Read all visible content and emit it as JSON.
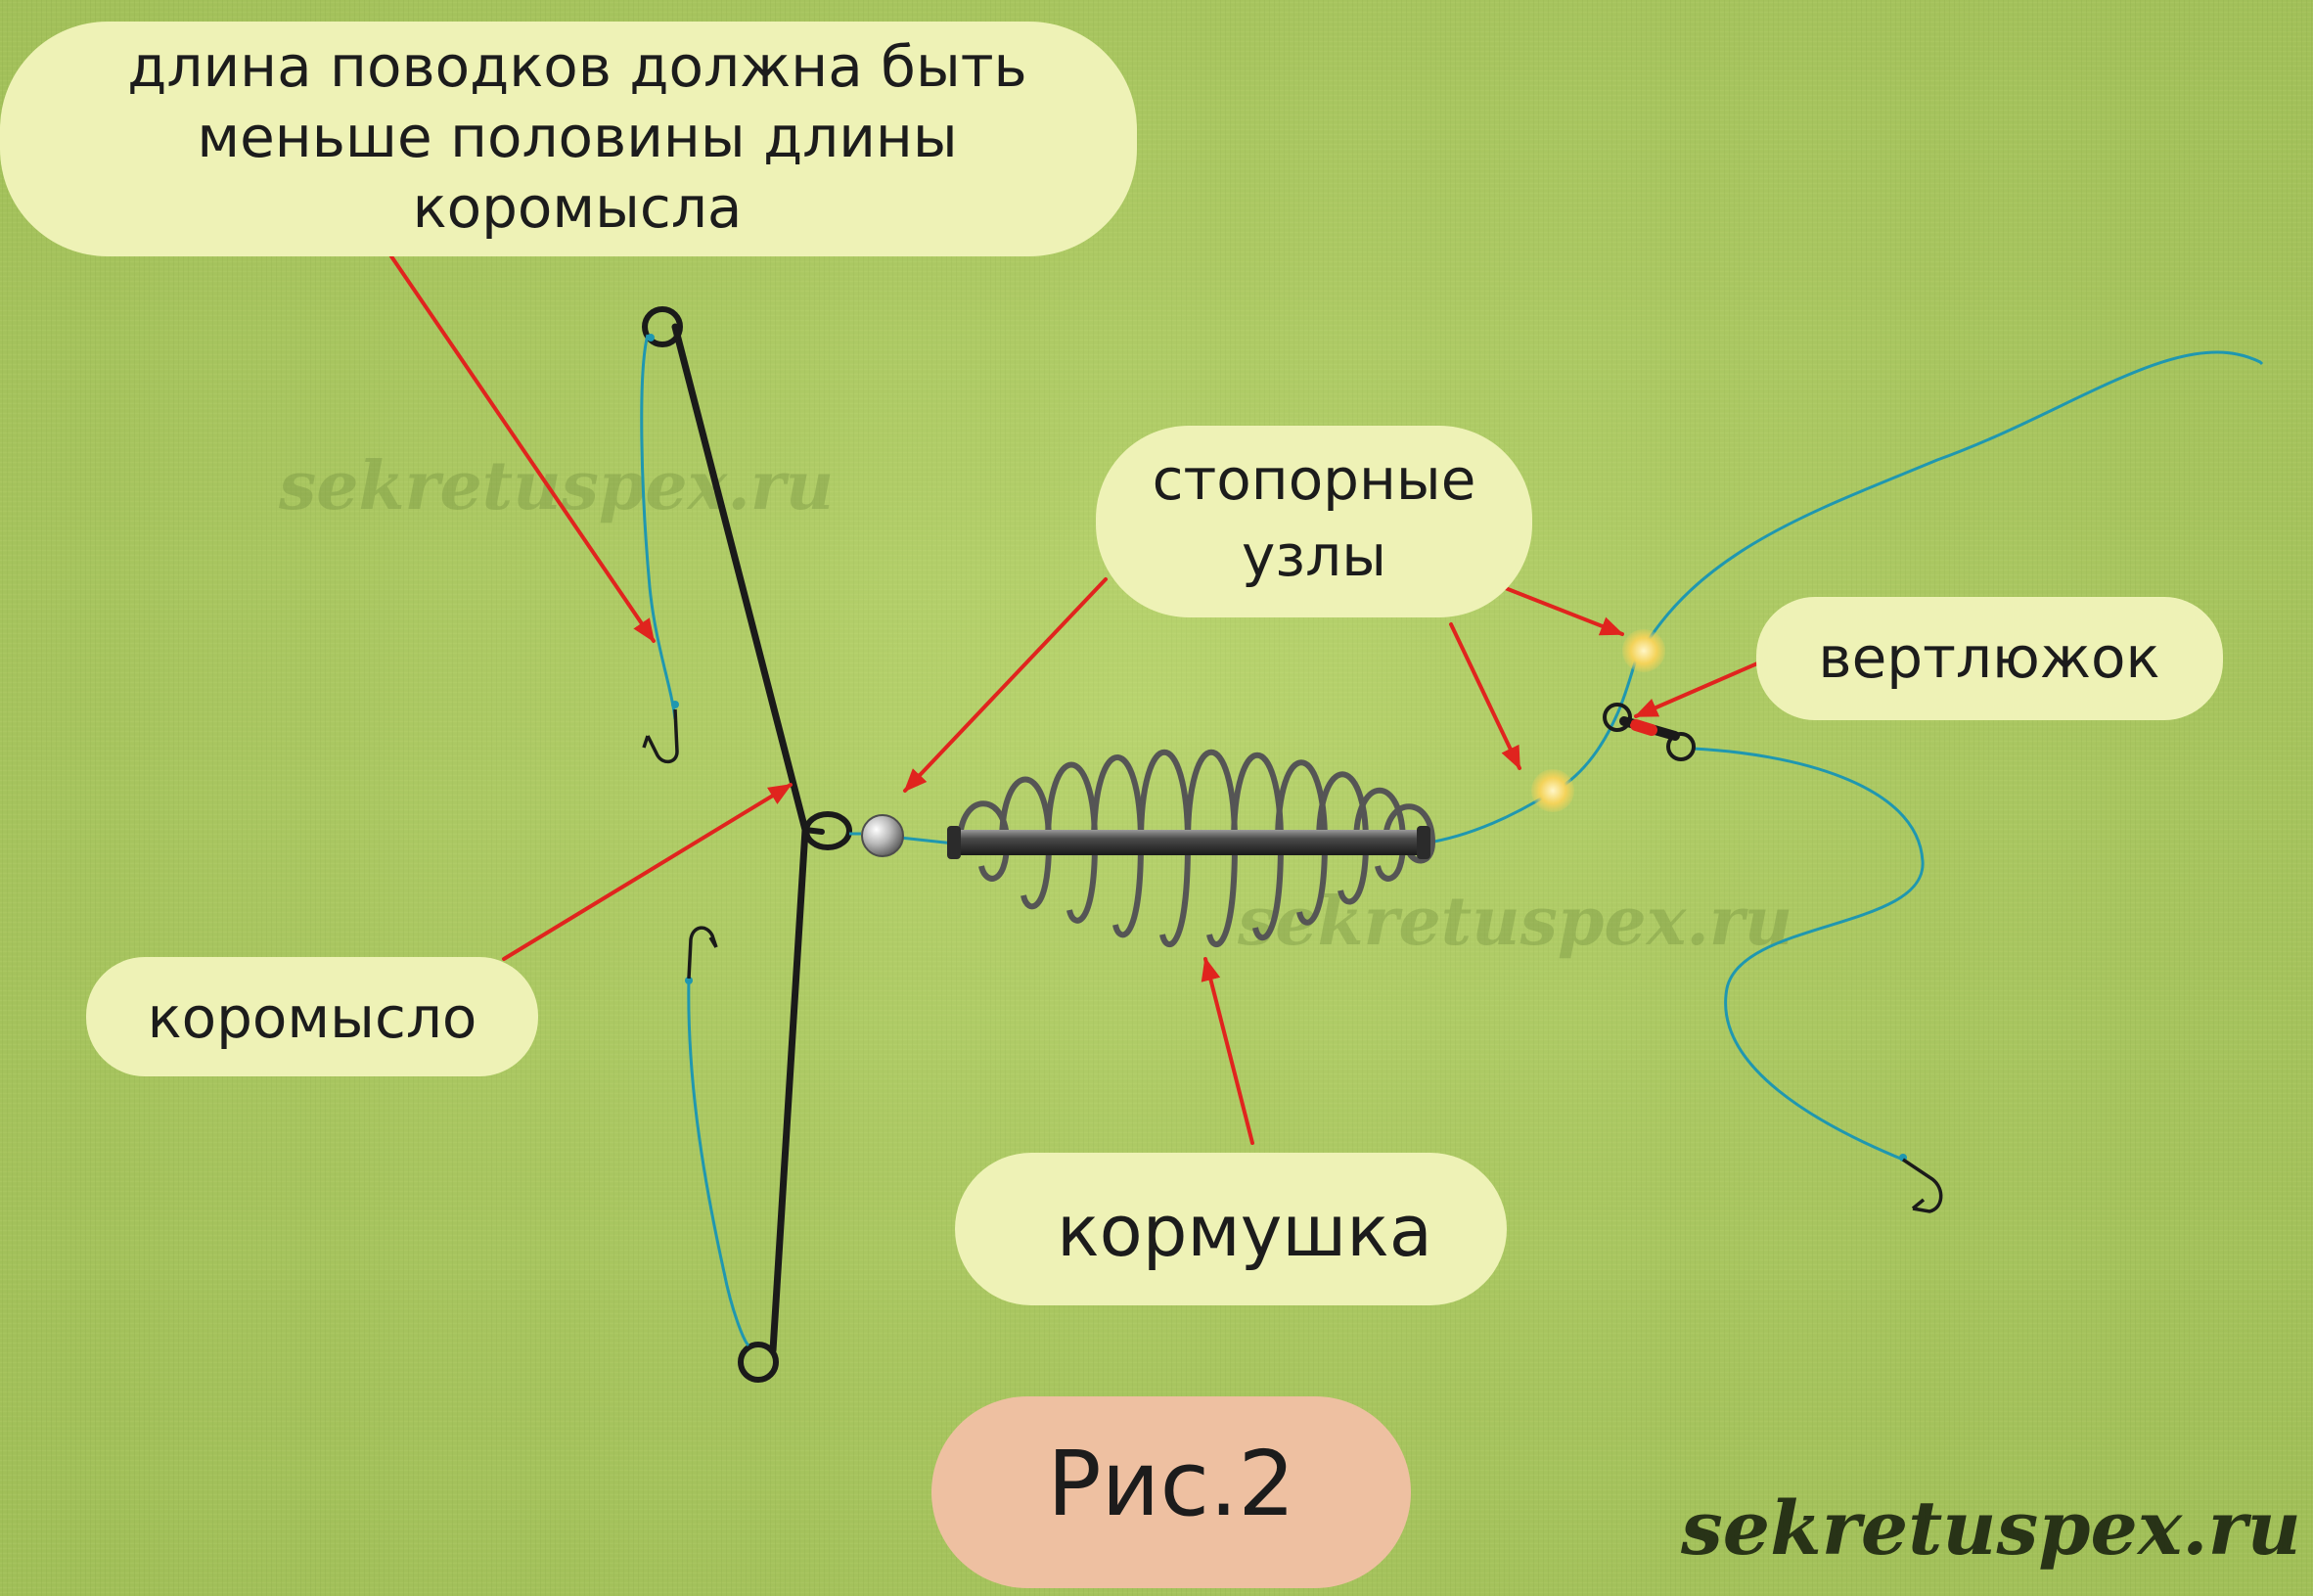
{
  "labels": {
    "leader_line1": "длина поводков должна быть",
    "leader_line2": "меньше половины длины",
    "leader_line3": "коромысла",
    "stop_line1": "стопорные",
    "stop_line2": "узлы",
    "swivel": "вертлюжок",
    "rocker": "коромысло",
    "feeder": "кормушка",
    "figure": "Рис.2"
  },
  "watermarks": {
    "top": "sekretuspex.ru",
    "middle": "sekretuspex.ru",
    "bottom": "sekretuspex.ru"
  },
  "colors": {
    "background": "#a9c75f",
    "label_bubble": "#eef2b6",
    "figure_bubble": "#eec0a1",
    "arrow": "#e0241e",
    "fishing_line": "#1f97b0",
    "rod": "#1a1a1a",
    "knot": "#f3d45a"
  }
}
